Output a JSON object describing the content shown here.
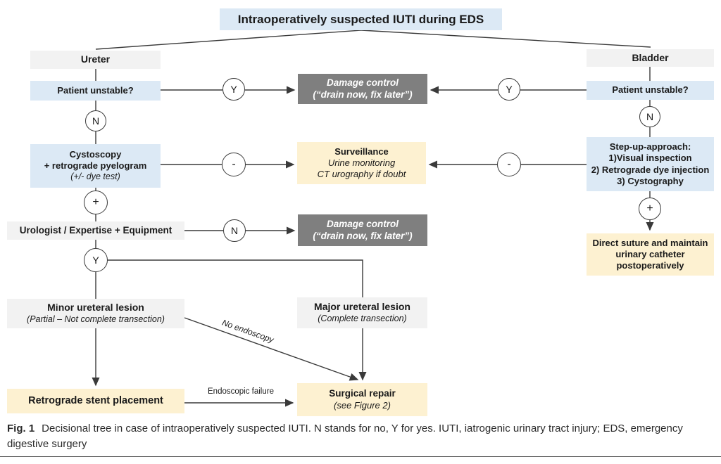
{
  "palette": {
    "light_blue": "#dce9f5",
    "light_gray": "#f2f2f2",
    "dark_gray": "#7f7f7f",
    "cream": "#fdf1d1",
    "line": "#3a3a3a"
  },
  "title": "Intraoperatively suspected IUTI during EDS",
  "branches": {
    "ureter": {
      "header": "Ureter",
      "unstable": "Patient unstable?",
      "cystoscopy_l1": "Cystoscopy",
      "cystoscopy_l2": "+ retrograde pyelogram",
      "cystoscopy_l3": "(+/- dye test)",
      "urologist": "Urologist / Expertise + Equipment",
      "minor_l1": "Minor ureteral lesion",
      "minor_l2": "(Partial – Not complete transection)",
      "major_l1": "Major ureteral lesion",
      "major_l2": "(Complete transection)",
      "stent": "Retrograde stent placement"
    },
    "bladder": {
      "header": "Bladder",
      "unstable": "Patient unstable?",
      "stepup_l1": "Step-up-approach:",
      "stepup_l2": "1)Visual inspection",
      "stepup_l3": "2) Retrograde dye injection",
      "stepup_l4": "3) Cystography",
      "suture_l1": "Direct suture and maintain",
      "suture_l2": "urinary catheter",
      "suture_l3": "postoperatively"
    }
  },
  "shared": {
    "damage_l1": "Damage control",
    "damage_l2": "(“drain now, fix later”)",
    "surveillance_l1": "Surveillance",
    "surveillance_l2": "Urine monitoring",
    "surveillance_l3": "CT urography if doubt",
    "surgical_l1": "Surgical repair",
    "surgical_l2": "(see Figure 2)"
  },
  "connectors": {
    "yes": "Y",
    "no": "N",
    "plus": "+",
    "minus": "-",
    "no_endoscopy": "No endoscopy",
    "endoscopic_failure": "Endoscopic failure"
  },
  "caption": {
    "fig": "Fig. 1",
    "text": "Decisional tree in case of intraoperatively suspected IUTI. N stands for no, Y for yes. IUTI, iatrogenic urinary tract injury; EDS, emergency digestive surgery"
  }
}
